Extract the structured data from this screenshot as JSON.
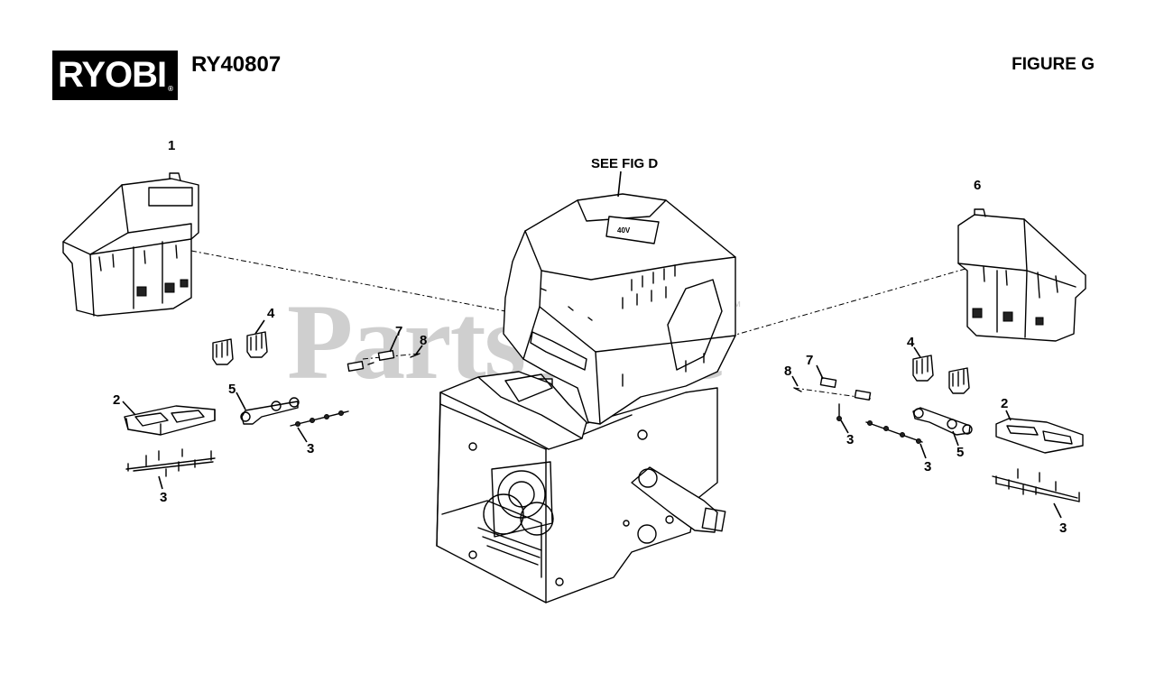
{
  "header": {
    "brand": "RYOBI",
    "brand_mark": "®",
    "model": "RY40807",
    "figure": "FIGURE G"
  },
  "watermark": {
    "text": "PartsTree",
    "tm": "™"
  },
  "callouts": {
    "see_fig": "SEE FIG D",
    "c1": "1",
    "c2_left": "2",
    "c2_right": "2",
    "c3_left_bottom": "3",
    "c3_left_mid": "3",
    "c3_right_mid_a": "3",
    "c3_right_mid_b": "3",
    "c3_right_bottom": "3",
    "c4_left": "4",
    "c4_right": "4",
    "c5_left": "5",
    "c5_right": "5",
    "c6": "6",
    "c7_left": "7",
    "c7_right": "7",
    "c8_left": "8",
    "c8_right": "8"
  }
}
